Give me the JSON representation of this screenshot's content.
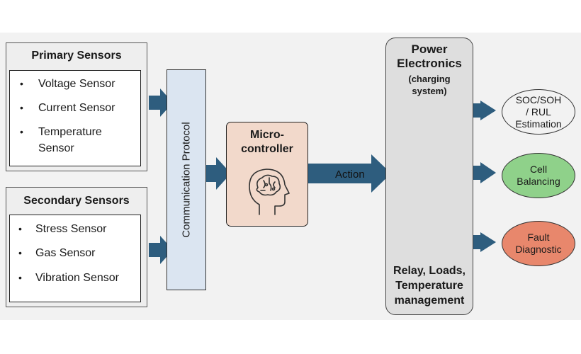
{
  "primary_sensors": {
    "title": "Primary Sensors",
    "items": [
      "Voltage Sensor",
      "Current Sensor",
      "Temperature",
      "Sensor"
    ]
  },
  "secondary_sensors": {
    "title": "Secondary Sensors",
    "items": [
      "Stress Sensor",
      "Gas Sensor",
      "Vibration Sensor"
    ]
  },
  "bullet_char": "•",
  "communication": {
    "label": "Communication Protocol"
  },
  "microcontroller": {
    "line1": "Micro-",
    "line2": "controller",
    "icon": "brain-head-icon"
  },
  "action": {
    "label": "Action"
  },
  "power_electronics": {
    "title1": "Power",
    "title2": "Electronics",
    "sub1": "(charging",
    "sub2": "system)",
    "bottom1": "Relay, Loads,",
    "bottom2": "Temperature",
    "bottom3": "management"
  },
  "outputs": [
    {
      "line1": "SOC/SOH",
      "line2": "/ RUL",
      "line3": "Estimation",
      "color": "#f2f2f2"
    },
    {
      "line1": "Cell",
      "line2": "Balancing",
      "color": "#8fd18a"
    },
    {
      "line1": "Fault",
      "line2": "Diagnostic",
      "color": "#e8876c"
    }
  ],
  "colors": {
    "arrow": "#2e5d7e",
    "comm_fill": "#dbe5f1",
    "mcu_fill": "#f2d9cb",
    "pe_fill": "#dedede"
  }
}
